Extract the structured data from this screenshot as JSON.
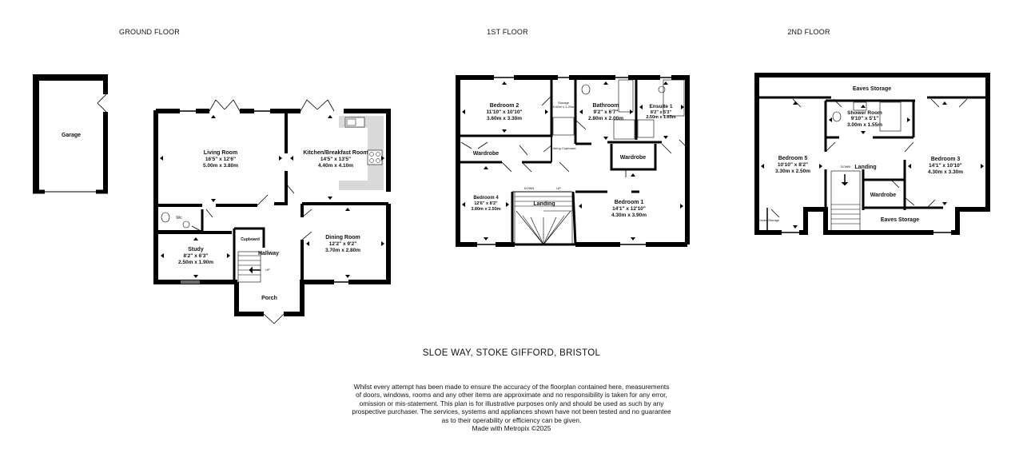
{
  "floors": {
    "ground": "GROUND FLOOR",
    "first": "1ST FLOOR",
    "second": "2ND FLOOR"
  },
  "rooms": {
    "garage": {
      "name": "Garage"
    },
    "living": {
      "name": "Living Room",
      "imperial": "16'5\"  x 12'6\"",
      "metric": "5.00m  x 3.80m"
    },
    "kitchen": {
      "name": "Kitchen/Breakfast Room",
      "imperial": "14'5\"  x 13'5\"",
      "metric": "4.40m  x 4.10m"
    },
    "wc": {
      "name": "Wc"
    },
    "study": {
      "name": "Study",
      "imperial": "8'2\"  x 6'3\"",
      "metric": "2.50m  x 1.90m"
    },
    "cupboard": {
      "name": "Cupboard"
    },
    "hallway": {
      "name": "Hallway"
    },
    "dining": {
      "name": "Dining Room",
      "imperial": "12'2\"  x 9'2\"",
      "metric": "3.70m  x 2.80m"
    },
    "porch": {
      "name": "Porch"
    },
    "up_ground": "UP",
    "bedroom2": {
      "name": "Bedroom 2",
      "imperial": "11'10\"  x 10'10\"",
      "metric": "3.60m  x 3.30m"
    },
    "bathroom": {
      "name": "Bathroom",
      "imperial": "9'2\"  x 6'7\"",
      "metric": "2.80m  x 2.00m"
    },
    "ensuite": {
      "name": "Ensuite 1",
      "imperial": "8'2\"  x 5'3\"",
      "metric": "2.50m  x 1.65m"
    },
    "wardrobe_b2": {
      "name": "Wardrobe"
    },
    "airing": {
      "name": "Airing Cupboard"
    },
    "storage_small": {
      "name": "Storage",
      "dims": "0.60m x 1.20m"
    },
    "wardrobe_b1": {
      "name": "Wardrobe"
    },
    "bedroom4": {
      "name": "Bedroom 4",
      "imperial": "12'6\"  x 8'2\"",
      "metric": "3.80m  x 2.50m"
    },
    "landing1": {
      "name": "Landing"
    },
    "down1": "DOWN",
    "up1": "UP",
    "bedroom1": {
      "name": "Bedroom 1",
      "imperial": "14'1\"  x 12'10\"",
      "metric": "4.30m  x 3.90m"
    },
    "eaves_top": {
      "name": "Eaves Storage"
    },
    "shower": {
      "name": "Shower Room",
      "imperial": "9'10\"  x 5'1\"",
      "metric": "3.00m  x 1.55m"
    },
    "bedroom5": {
      "name": "Bedroom 5",
      "imperial": "10'10\"  x 8'2\"",
      "metric": "3.30m  x 2.50m"
    },
    "landing2": {
      "name": "Landing"
    },
    "down2": "DOWN",
    "bedroom3": {
      "name": "Bedroom 3",
      "imperial": "14'1\"  x 10'10\"",
      "metric": "4.30m  x 3.30m"
    },
    "wardrobe_2f": {
      "name": "Wardrobe"
    },
    "eaves_bottom": {
      "name": "Eaves Storage"
    },
    "eaves_small": {
      "name": "Eaves Storage"
    }
  },
  "address": "SLOE WAY, STOKE GIFFORD, BRISTOL",
  "disclaimer": [
    "Whilst every attempt has been made to ensure the accuracy of the floorplan contained here, measurements",
    "of doors, windows, rooms and any other items are approximate and no responsibility is taken for any error,",
    "omission or mis-statement. This plan is for illustrative purposes only and should be used as such by any",
    "prospective purchaser. The services, systems and appliances shown have not been tested and no guarantee",
    "as to their operability or efficiency can be given.",
    "Made with Metropix ©2025"
  ]
}
